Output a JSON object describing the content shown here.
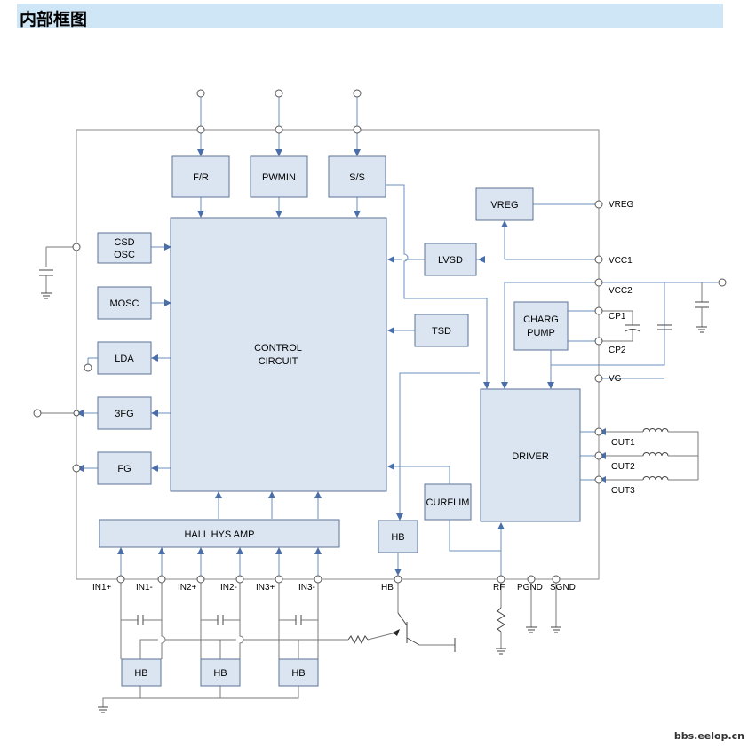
{
  "title": "内部框图",
  "blocks": {
    "fr": "F/R",
    "pwmin": "PWMIN",
    "ss": "S/S",
    "vreg": "VREG",
    "csd_line1": "CSD",
    "csd_line2": "OSC",
    "lvsd": "LVSD",
    "mosc": "MOSC",
    "control_line1": "CONTROL",
    "control_line2": "CIRCUIT",
    "tsd": "TSD",
    "charge_line1": "CHARG",
    "charge_line2": "PUMP",
    "lda": "LDA",
    "fg3": "3FG",
    "fg": "FG",
    "driver": "DRIVER",
    "curflim": "CURFLIM",
    "hb_inner": "HB",
    "hall_amp": "HALL HYS AMP",
    "hb_ext1": "HB",
    "hb_ext2": "HB",
    "hb_ext3": "HB"
  },
  "pins": {
    "vreg": "VREG",
    "vcc1": "VCC1",
    "vcc2": "VCC2",
    "cp1": "CP1",
    "cp2": "CP2",
    "vg": "VG",
    "out1": "OUT1",
    "out2": "OUT2",
    "out3": "OUT3",
    "in1p": "IN1+",
    "in1n": "IN1-",
    "in2p": "IN2+",
    "in2n": "IN2-",
    "in3p": "IN3+",
    "in3n": "IN3-",
    "hb": "HB",
    "rf": "RF",
    "pgnd": "PGND",
    "sgnd": "SGND"
  },
  "watermark": "bbs.eelop.cn"
}
